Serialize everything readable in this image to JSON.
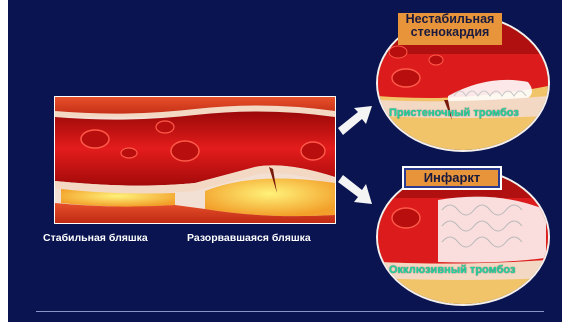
{
  "labels": {
    "unstable_angina_line1": "Нестабильная",
    "unstable_angina_line2": "стенокардия",
    "infarction": "Инфаркт",
    "parietal_thrombus": "Пристеночный тромбоз",
    "occlusive_thrombus": "Окклюзивный тромбоз",
    "stable_plaque": "Стабильная бляшка",
    "ruptured_plaque": "Разорвавшаяся бляшка"
  },
  "colors": {
    "background": "#0a1450",
    "blood": "#d81a1a",
    "plaque": "#f2b43a",
    "label_box": "#e8943a",
    "green_text": "#23d3a0"
  }
}
